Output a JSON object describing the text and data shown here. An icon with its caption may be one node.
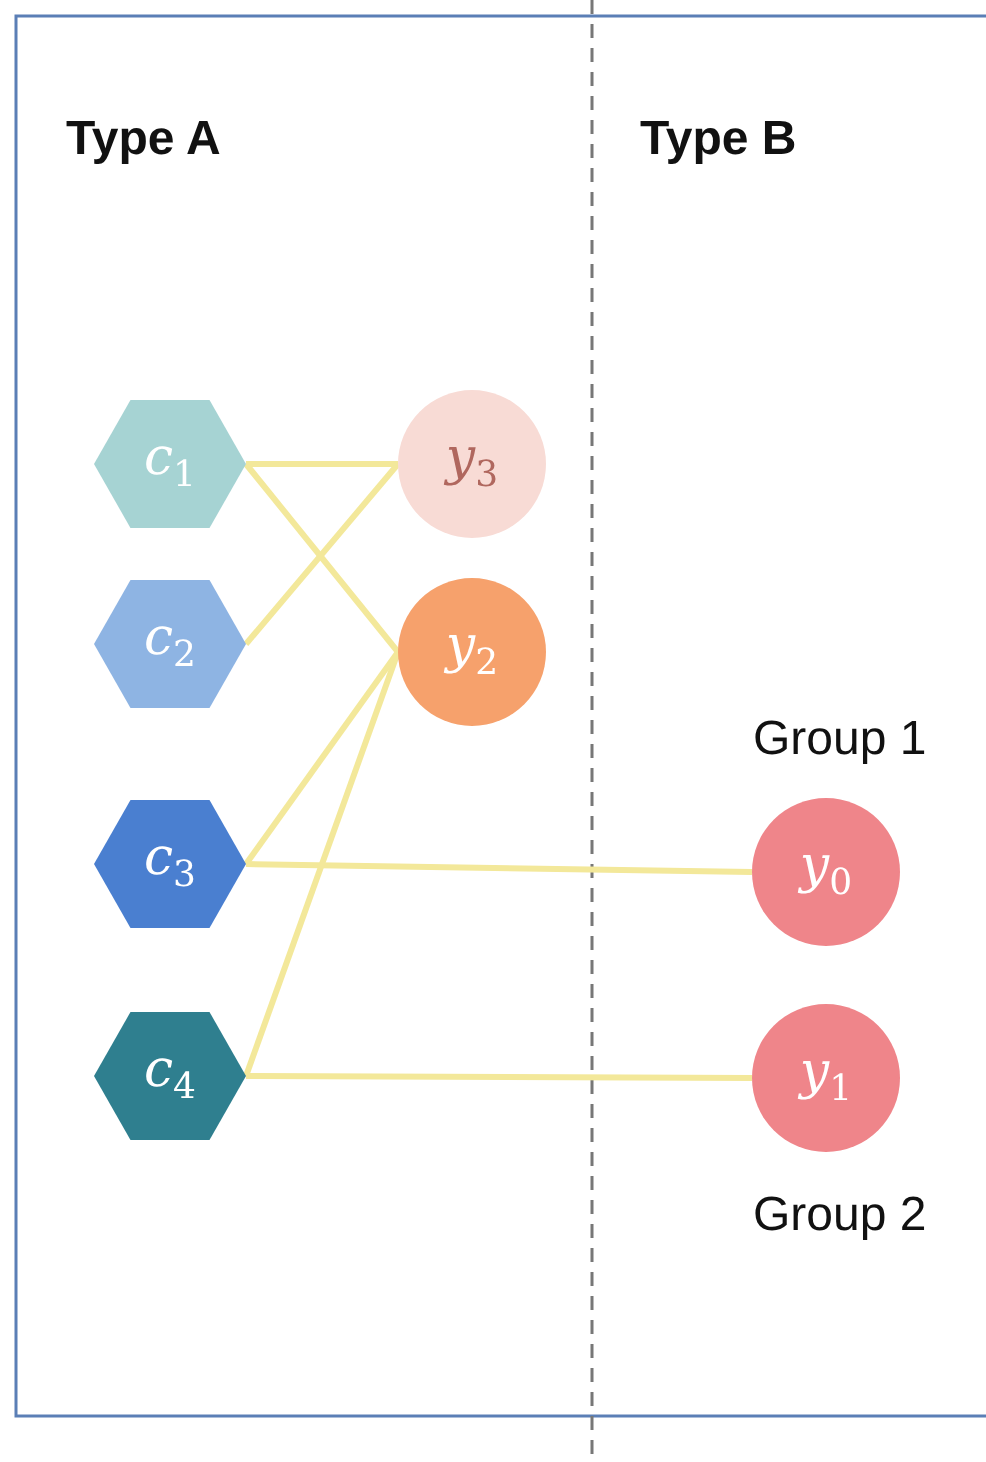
{
  "diagram": {
    "nodes": [
      {
        "text": [
          "*c*$_{1}$"
        ]
      },
      {
        "text": [
          "*c*$_{2}$"
        ]
      },
      {
        "text": [
          "*c*$_{3}$"
        ]
      },
      {
        "text": [
          "*c*$_{4}$"
        ]
      },
      {
        "text": [
          "*y*$_{3}$"
        ]
      },
      {
        "text": [
          "*y*$_{2}$"
        ]
      },
      {
        "text": [
          "*y*$_{0}$"
        ],
        "beside": [
          "Group 1"
        ]
      },
      {
        "text": [
          "*y*$_{1}$"
        ],
        "beside": [
          "Group 2"
        ]
      }
    ],
    "edges": [
      {
        "from": 0,
        "to": 4,
        "arrow": "none"
      },
      {
        "from": 0,
        "to": 5,
        "arrow": "none"
      },
      {
        "from": 1,
        "to": 4,
        "arrow": "none"
      },
      {
        "from": 2,
        "to": 5,
        "arrow": "none"
      },
      {
        "from": 2,
        "to": 6,
        "arrow": "none"
      },
      {
        "from": 3,
        "to": 5,
        "arrow": "none"
      },
      {
        "from": 3,
        "to": 7,
        "arrow": "none"
      }
    ],
    "labels": [
      "Type A",
      "Type B"
    ]
  }
}
